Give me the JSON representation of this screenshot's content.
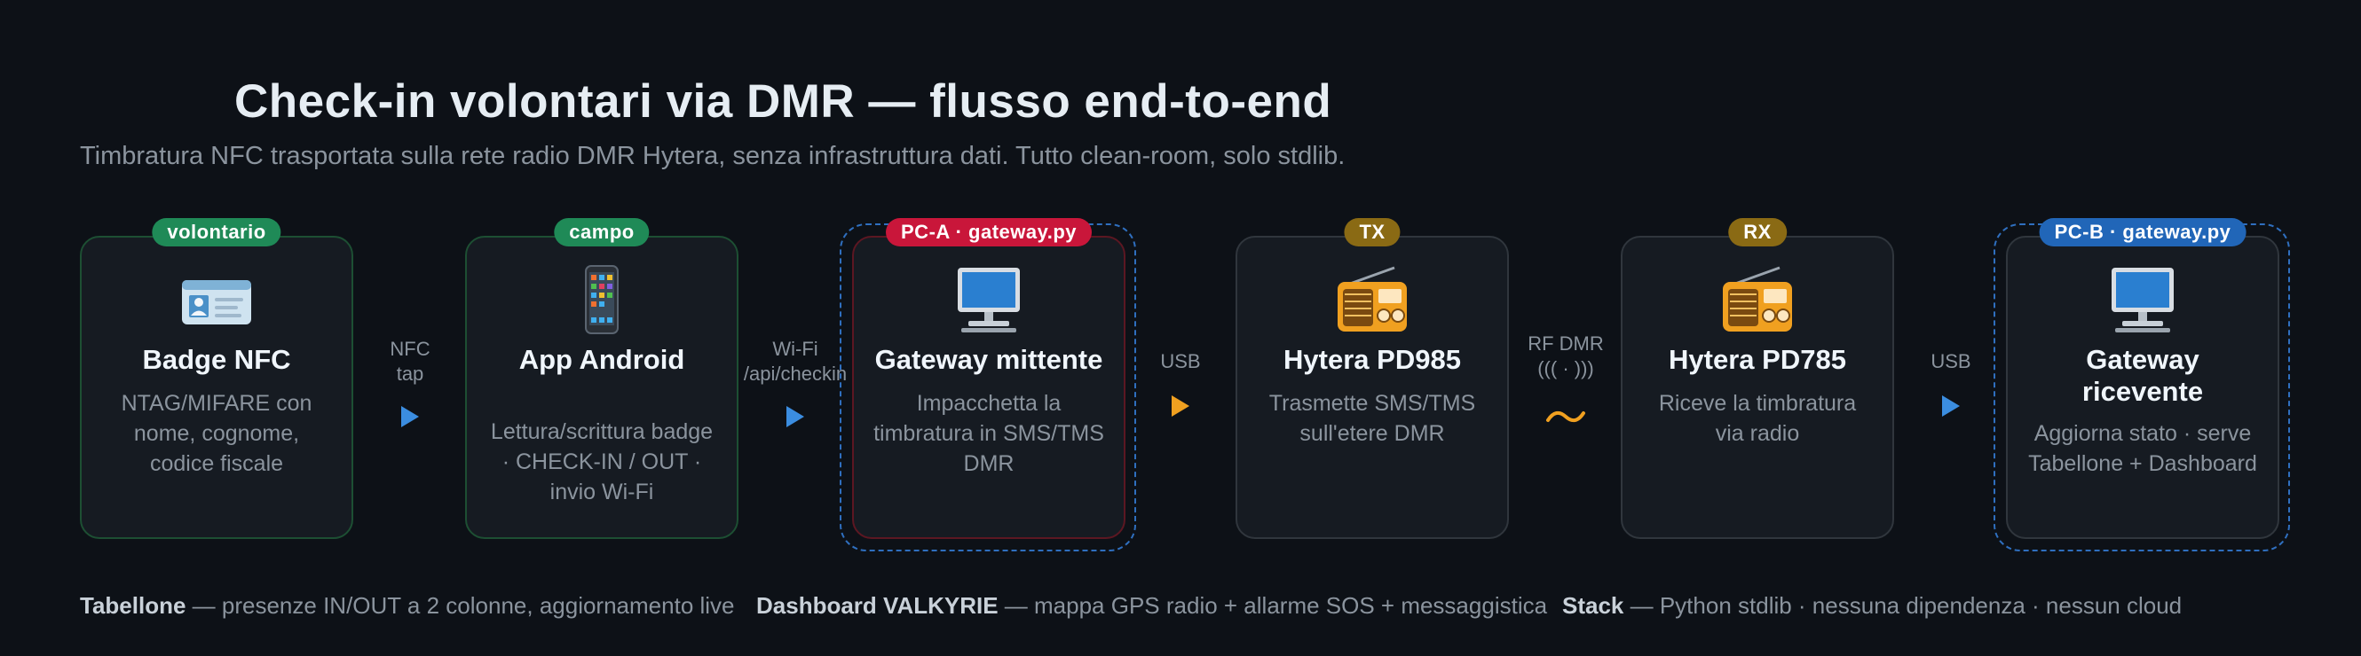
{
  "header": {
    "title": "Check-in volontari via DMR — flusso end-to-end",
    "subtitle": "Timbratura NFC trasportata sulla rete radio DMR Hytera, senza infrastruttura dati. Tutto clean-room, solo stdlib."
  },
  "nodes": [
    {
      "badge": "volontario",
      "badge_color": "#1f8a57",
      "icon": "id-card-icon",
      "title": "Badge NFC",
      "desc": "NTAG/MIFARE con nome, cognome, codice fiscale"
    },
    {
      "badge": "campo",
      "badge_color": "#1f8a57",
      "icon": "smartphone-icon",
      "title": "App Android",
      "desc": "Lettura/scrittura badge · CHECK-IN / OUT · invio Wi-Fi"
    },
    {
      "badge": "PC-A · gateway.py",
      "badge_color": "#c9163a",
      "icon": "computer-icon",
      "title": "Gateway mittente",
      "desc": "Impacchetta la timbratura in SMS/TMS DMR"
    },
    {
      "badge": "TX",
      "badge_color": "#8a6a14",
      "icon": "radio-icon",
      "title": "Hytera PD985",
      "desc": "Trasmette SMS/TMS sull'etere DMR"
    },
    {
      "badge": "RX",
      "badge_color": "#8a6a14",
      "icon": "radio-icon",
      "title": "Hytera PD785",
      "desc": "Riceve la timbratura via radio"
    },
    {
      "badge": "PC-B · gateway.py",
      "badge_color": "#2166b8",
      "icon": "computer-icon",
      "title": "Gateway ricevente",
      "desc": "Aggiorna stato · serve Tabellone + Dashboard"
    }
  ],
  "connectors": [
    {
      "line1": "NFC",
      "line2": "tap",
      "arrow_color": "#3b8de0"
    },
    {
      "line1": "Wi-Fi",
      "line2": "/api/checkin",
      "arrow_color": "#3b8de0"
    },
    {
      "line1": "USB",
      "line2": "",
      "arrow_color": "#f0a020"
    },
    {
      "line1": "RF DMR",
      "line2": "((( · )))",
      "arrow_color": "#f0a020"
    },
    {
      "line1": "USB",
      "line2": "",
      "arrow_color": "#3b8de0"
    }
  ],
  "footer": [
    {
      "label": "Tabellone",
      "text": " — presenze IN/OUT a 2 colonne, aggiornamento live"
    },
    {
      "label": "Dashboard VALKYRIE",
      "text": " — mappa GPS radio + allarme SOS + messaggistica"
    },
    {
      "label": "Stack",
      "text": " — Python stdlib · nessuna dipendenza · nessun cloud"
    }
  ]
}
